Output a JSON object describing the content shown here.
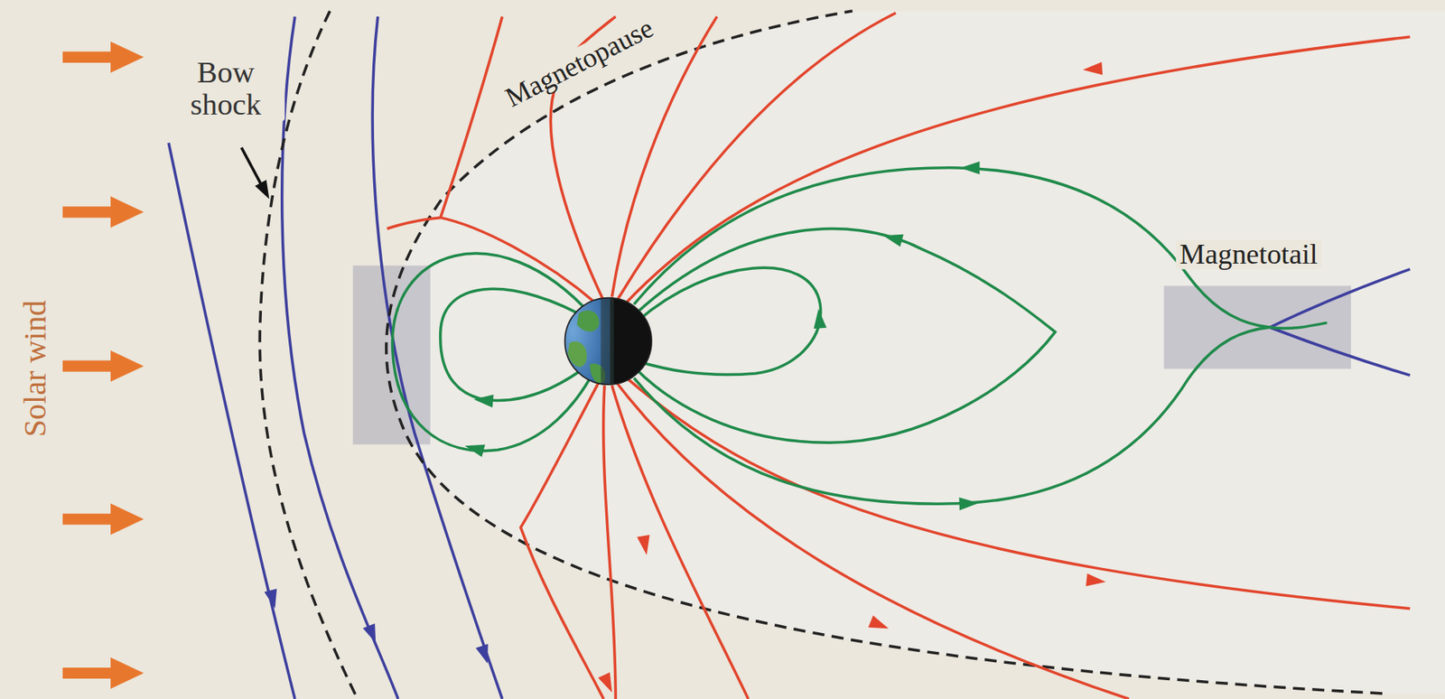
{
  "diagram": {
    "labels": [
      "Solar wind",
      "Bow shock",
      "Magnetopause",
      "Magnetotail"
    ]
  }
}
